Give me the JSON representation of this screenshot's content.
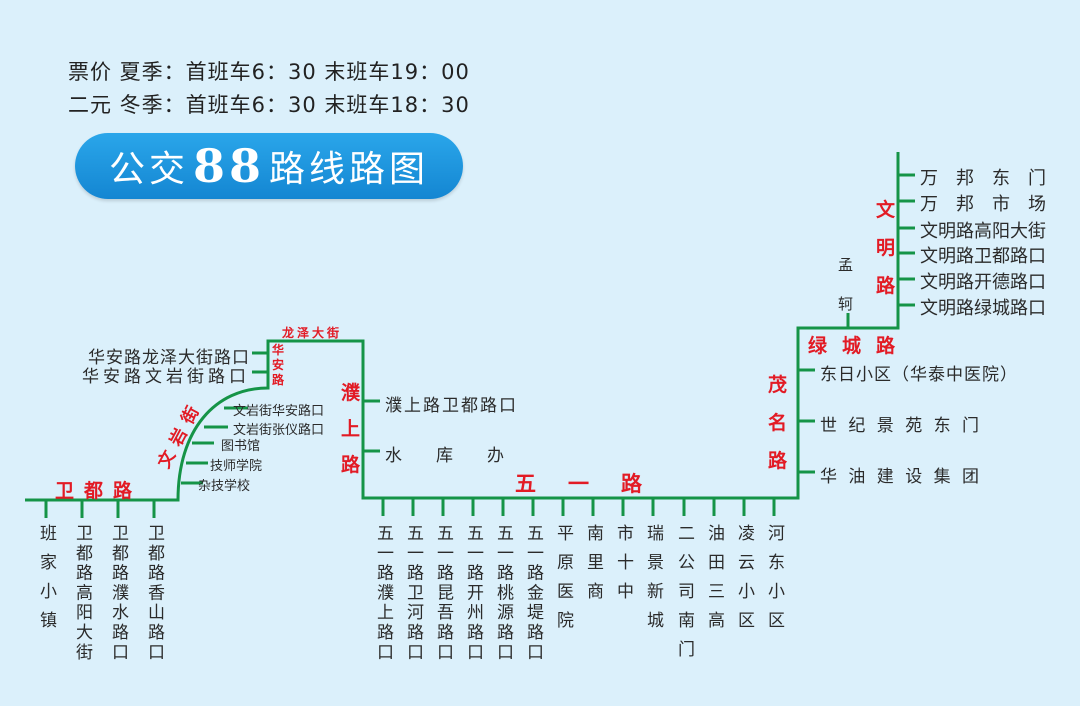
{
  "header": {
    "line1": "票价 夏季：首班车6：30  末班车19：00",
    "line2": "二元 冬季：首班车6：30  末班车18：30"
  },
  "title": {
    "prefix": "公交",
    "number": "88",
    "suffix": "路线路图"
  },
  "colors": {
    "background": "#dbf0fb",
    "route_line": "#159447",
    "road_label": "#e21b25",
    "title_badge": "#1a96e0"
  },
  "roads": {
    "weidu": "卫都路",
    "wenyan": "文岩街",
    "huaan": "华安路",
    "longze": "龙泽大街",
    "pushang": "濮上路",
    "wuyi": "五一路",
    "maoming": "茂名路",
    "lvcheng": "绿城路",
    "wenming": "文明路"
  },
  "stops": {
    "bottom_left": [
      "班家小镇",
      "卫都路高阳大街",
      "卫都路濮水路口",
      "卫都路香山路口"
    ],
    "wenyan": [
      "文岩街华安路口",
      "文岩街张仪路口",
      "图书馆",
      "技师学院",
      "杂技学校"
    ],
    "huaan": [
      "华安路龙泽大街路口",
      "华安路文岩街路口"
    ],
    "pushang": [
      "濮上路卫都路口",
      "水　　库　　办"
    ],
    "wuyi": [
      "五一路濮上路口",
      "五一路卫河路口",
      "五一路昆吾路口",
      "五一路开州路口",
      "五一路桃源路口",
      "五一路金堤路口",
      "平原医院",
      "南里商",
      "市十中",
      "瑞景新城",
      "二公司南门",
      "油田三高",
      "凌云小区",
      "河东小区"
    ],
    "maoming": [
      "东日小区（华泰中医院）",
      "世 纪 景 苑 东 门",
      "华 油 建 设 集 团"
    ],
    "lvcheng_branch": "孟轲",
    "wenming": [
      "万　邦　东　门",
      "万　邦　市　场",
      "文明路高阳大街",
      "文明路卫都路口",
      "文明路开德路口",
      "文明路绿城路口"
    ]
  }
}
